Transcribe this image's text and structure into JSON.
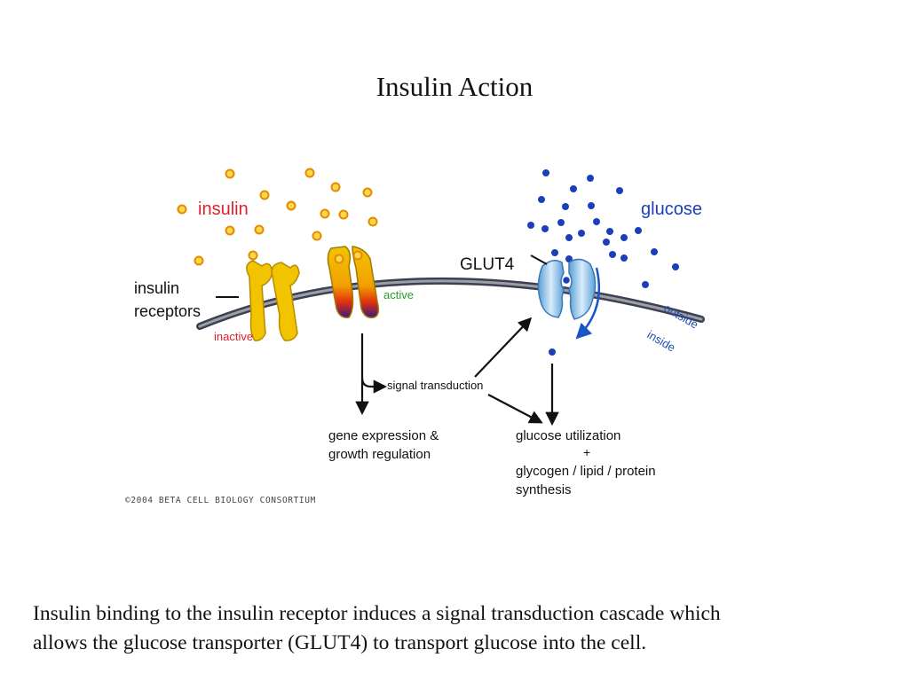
{
  "slide": {
    "title": "Insulin Action",
    "caption_lines": [
      "Insulin binding to the insulin receptor induces a signal transduction cascade which",
      "allows the glucose transporter (GLUT4) to transport glucose into the cell."
    ]
  },
  "diagram": {
    "labels": {
      "insulin": "insulin",
      "glucose": "glucose",
      "glut4": "GLUT4",
      "receptors_line1": "insulin",
      "receptors_line2": "receptors",
      "inactive": "inactive",
      "active": "active",
      "outside": "outside",
      "inside": "inside",
      "signal_transduction": "signal transduction",
      "gene_line1": "gene expression &",
      "gene_line2": "growth regulation",
      "util_line1": "glucose utilization",
      "util_plus": "+",
      "util_line2": "glycogen / lipid / protein",
      "util_line3": "synthesis",
      "copyright": "©2004 BETA CELL BIOLOGY CONSORTIUM"
    },
    "colors": {
      "insulin_label": "#e0202a",
      "active_label": "#2aa02a",
      "glucose": "#1a3fb8",
      "receptor": "#f2c400",
      "insulin_dot_fill": "#ffd84a",
      "insulin_dot_stroke": "#e58a00",
      "membrane": "#555566",
      "inside_outside_label": "#2050b0",
      "glut4": "#7fb6e0"
    }
  }
}
